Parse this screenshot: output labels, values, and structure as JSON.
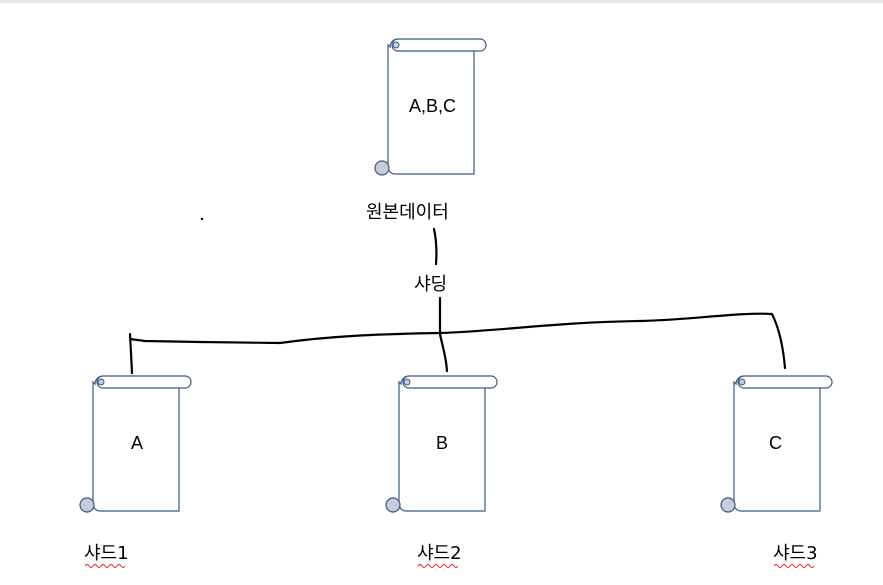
{
  "source_doc": {
    "content": "A,B,C",
    "label": "원본데이터"
  },
  "operation_label": "샤딩",
  "shards": [
    {
      "content": "A",
      "label": "샤드1"
    },
    {
      "content": "B",
      "label": "샤드2"
    },
    {
      "content": "C",
      "label": "샤드3"
    }
  ],
  "colors": {
    "scroll_stroke": "#3b5a86",
    "scroll_fill": "#ffffff",
    "curl_fill": "#c7ccd6",
    "connector": "#000000",
    "spellcheck": "#e02020"
  }
}
